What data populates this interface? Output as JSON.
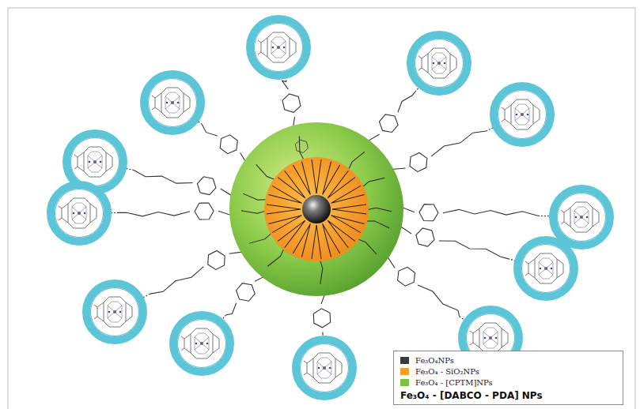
{
  "diagram": {
    "labels": [
      "Fe₃O₄ - [DABCO - PDA] NPs"
    ],
    "legend": [
      {
        "text": "Fe₃O₄NPs",
        "color": "#3a3a3a"
      },
      {
        "text": "Fe₃O₄ - SiO₂NPs",
        "color": "#f5a02a"
      },
      {
        "text": "Fe₃O₄ - [CPTM]NPs",
        "color": "#7cc142"
      }
    ]
  }
}
